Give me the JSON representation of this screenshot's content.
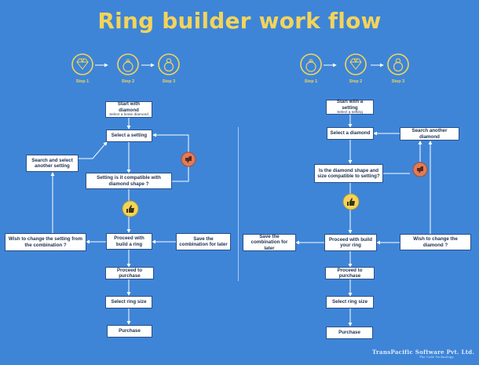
{
  "title": "Ring builder work flow",
  "colors": {
    "background": "#3e85d8",
    "accent": "#f3d45a",
    "box_fill": "#ffffff",
    "box_border": "#2a4f86",
    "line": "#ffffff",
    "like": "#f3d45a",
    "dislike": "#e07b58"
  },
  "steps": {
    "s1": "Step 1",
    "s2": "Step 2",
    "s3": "Step 3"
  },
  "left": {
    "start": "Start with diamond",
    "start_sub": "Select a loose diamond",
    "select_setting": "Select a setting",
    "search_setting": "Search and select another setting",
    "compatible": "Setting is it compatible with diamond shape ?",
    "wish_change": "Wish to change the setting from the combination ?",
    "proceed_build": "Proceed with build a ring",
    "save_combo": "Save the combination for later",
    "purchase_proceed": "Proceed to purchase",
    "ring_size": "Select ring size",
    "purchase": "Purchase"
  },
  "right": {
    "start": "Start with a setting",
    "start_sub": "Select a setting",
    "select_diamond": "Select a diamond",
    "search_diamond": "Search another diamond",
    "compatible": "Is the diamond shape and size compatible to setting?",
    "save_combo": "Save the combination for later",
    "proceed_build": "Proceed with build your ring",
    "wish_change": "Wish to change the diamond ?",
    "purchase_proceed": "Proceed to purchase",
    "ring_size": "Select ring size",
    "purchase": "Purchase"
  },
  "logo": {
    "name": "TransPacific Software Pvt. Ltd.",
    "tagline": "The Code Technology"
  },
  "icons": {
    "step_left_1": "diamond-icon",
    "step_left_2": "ring-icon",
    "step_left_3": "diamond-ring-icon",
    "step_right_1": "ring-icon",
    "step_right_2": "diamond-icon",
    "step_right_3": "diamond-ring-icon",
    "like": "thumbs-up-icon",
    "dislike": "thumbs-down-icon"
  }
}
